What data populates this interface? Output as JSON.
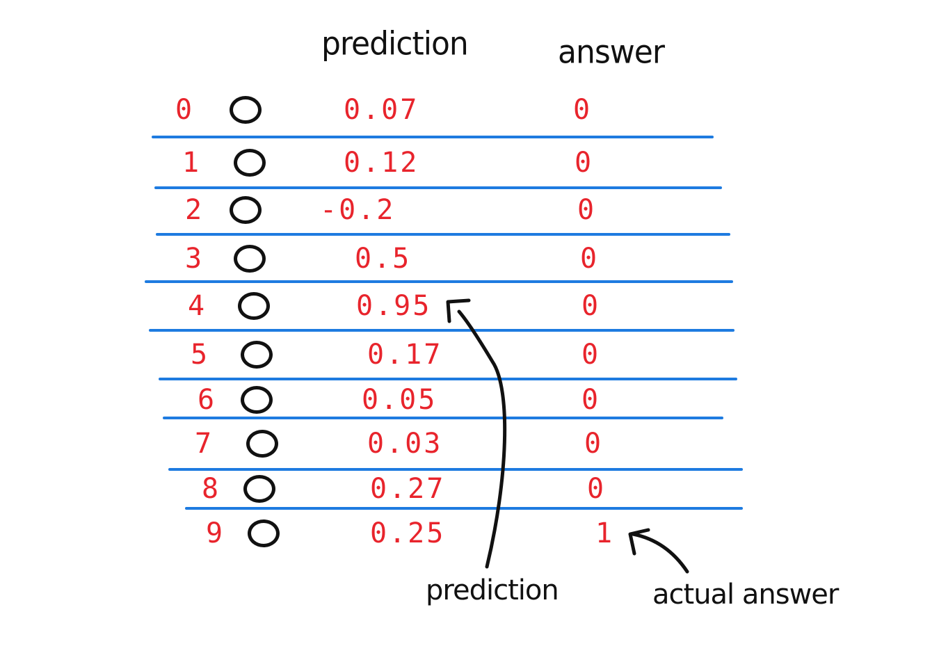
{
  "headers": {
    "prediction": "prediction",
    "answer": "answer"
  },
  "rows": [
    {
      "label": "0",
      "prediction": "0.07",
      "answer": "0"
    },
    {
      "label": "1",
      "prediction": "0.12",
      "answer": "0"
    },
    {
      "label": "2",
      "prediction": "-0.2",
      "answer": "0"
    },
    {
      "label": "3",
      "prediction": "0.5",
      "answer": "0"
    },
    {
      "label": "4",
      "prediction": "0.95",
      "answer": "0"
    },
    {
      "label": "5",
      "prediction": "0.17",
      "answer": "0"
    },
    {
      "label": "6",
      "prediction": "0.05",
      "answer": "0"
    },
    {
      "label": "7",
      "prediction": "0.03",
      "answer": "0"
    },
    {
      "label": "8",
      "prediction": "0.27",
      "answer": "0"
    },
    {
      "label": "9",
      "prediction": "0.25",
      "answer": "1"
    }
  ],
  "annotations": {
    "prediction": "prediction",
    "actual_answer": "actual answer"
  },
  "colors": {
    "values": "#e8242c",
    "separators": "#1e7be0",
    "ink": "#111111"
  }
}
